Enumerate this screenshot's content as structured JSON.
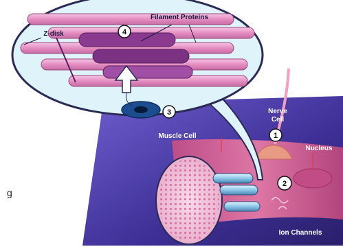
{
  "labels": {
    "filament_proteins": "Filament Proteins",
    "z_disk": "Z-disk",
    "muscle_cell": "Muscle Cell",
    "nerve_cell_line1": "Nerve",
    "nerve_cell_line2": "Cell",
    "nucleus": "Nucleus",
    "ion_channels": "Ion Channels",
    "edge_letter": "g"
  },
  "steps": {
    "one": "1",
    "two": "2",
    "three": "3",
    "four": "4"
  },
  "colors": {
    "background_purple": "#4b3aa8",
    "muscle_pink": "#e06a9a",
    "filament_pink": "#e79ac8",
    "filament_purple": "#8a3a8f",
    "bubble_fill": "#dff3fb",
    "channel_blue": "#9fd1ea",
    "outline": "#2b2b55"
  },
  "icons": {
    "arrow": "up-arrow-icon",
    "cell_body": "nerve-cell-body-icon"
  }
}
